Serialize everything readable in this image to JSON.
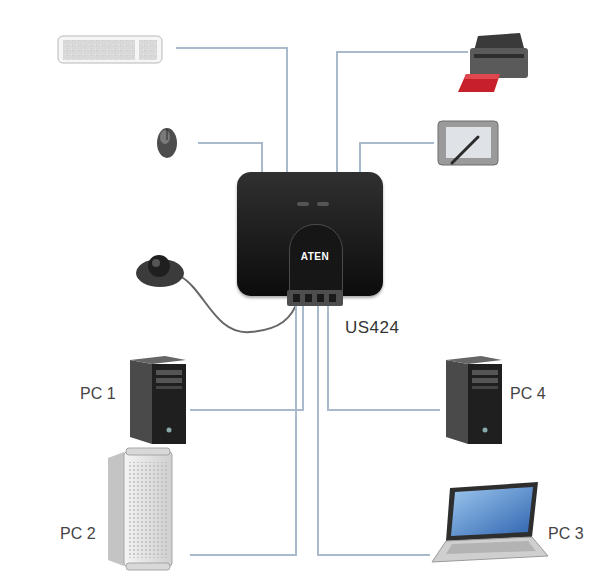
{
  "diagram": {
    "nodes": [
      {
        "text": [
          "ATEN",
          "US424"
        ]
      },
      {
        "text": [
          "PC 1"
        ]
      },
      {
        "text": [
          "PC 4"
        ]
      },
      {
        "text": [
          "PC 2"
        ]
      },
      {
        "text": [
          "PC 3"
        ]
      }
    ],
    "edges": [
      {
        "from": 0,
        "to": 1,
        "arrow": "none"
      },
      {
        "from": 0,
        "to": 2,
        "arrow": "none"
      },
      {
        "from": 0,
        "to": 3,
        "arrow": "none"
      },
      {
        "from": 0,
        "to": 4,
        "arrow": "none"
      }
    ]
  }
}
